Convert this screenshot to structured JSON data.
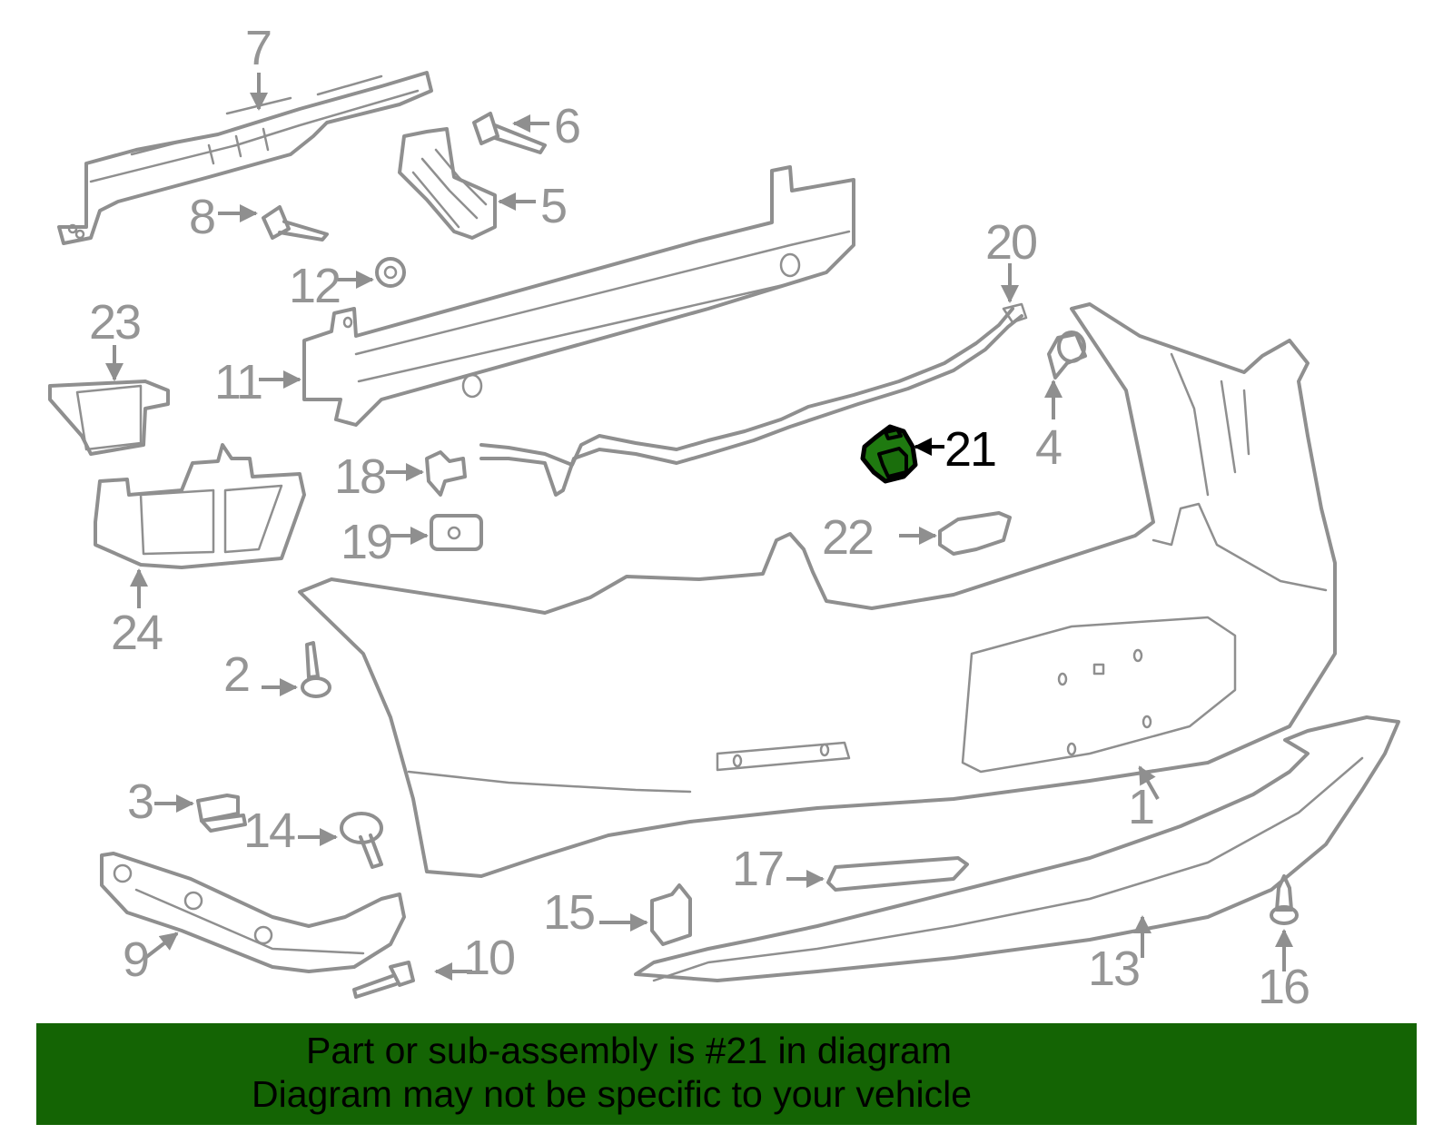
{
  "diagram": {
    "title": "Rear bumper assembly exploded diagram",
    "highlighted_part": "21",
    "colors": {
      "line_gray": "#8f8f8f",
      "label_gray": "#959595",
      "highlight_fill": "#1f7a10",
      "banner_bg": "#146404",
      "banner_text": "#000000"
    },
    "callouts": [
      {
        "id": "1",
        "label": "1"
      },
      {
        "id": "2",
        "label": "2"
      },
      {
        "id": "3",
        "label": "3"
      },
      {
        "id": "4",
        "label": "4"
      },
      {
        "id": "5",
        "label": "5"
      },
      {
        "id": "6",
        "label": "6"
      },
      {
        "id": "7",
        "label": "7"
      },
      {
        "id": "8",
        "label": "8"
      },
      {
        "id": "9",
        "label": "9"
      },
      {
        "id": "10",
        "label": "10"
      },
      {
        "id": "11",
        "label": "11"
      },
      {
        "id": "12",
        "label": "12"
      },
      {
        "id": "13",
        "label": "13"
      },
      {
        "id": "14",
        "label": "14"
      },
      {
        "id": "15",
        "label": "15"
      },
      {
        "id": "16",
        "label": "16"
      },
      {
        "id": "17",
        "label": "17"
      },
      {
        "id": "18",
        "label": "18"
      },
      {
        "id": "19",
        "label": "19"
      },
      {
        "id": "20",
        "label": "20"
      },
      {
        "id": "21",
        "label": "21"
      },
      {
        "id": "22",
        "label": "22"
      },
      {
        "id": "23",
        "label": "23"
      },
      {
        "id": "24",
        "label": "24"
      }
    ]
  },
  "banner": {
    "line1": "Part or sub-assembly is #21 in diagram",
    "line2": "Diagram may not be specific to your vehicle"
  }
}
